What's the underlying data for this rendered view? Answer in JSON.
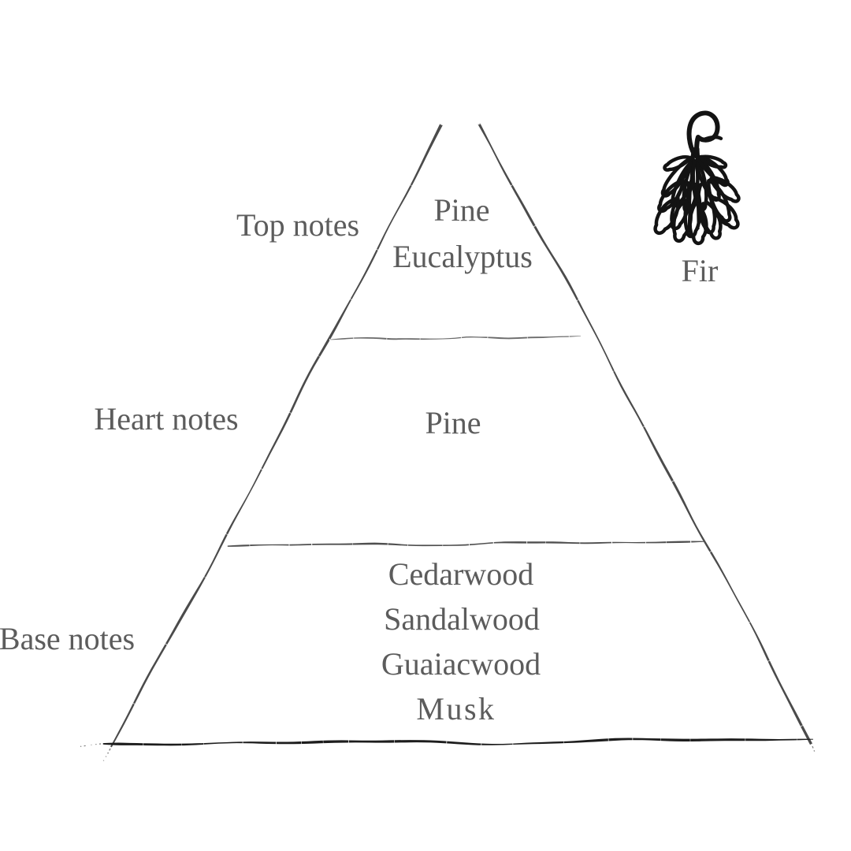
{
  "canvas": {
    "background": "#ffffff",
    "ink_black": "#141414",
    "line_gray": "#4a4a4a",
    "text_gray": "#5c5c5c"
  },
  "pyramid": {
    "levels": [
      {
        "label": "Top notes",
        "notes": [
          "Pine",
          "Eucalyptus"
        ]
      },
      {
        "label": "Heart notes",
        "notes": [
          "Pine"
        ]
      },
      {
        "label": "Base notes",
        "notes": [
          "Cedarwood",
          "Sandalwood",
          "Guaiacwood",
          "Musk"
        ]
      }
    ]
  },
  "illustration": {
    "caption": "Fir",
    "icon": "fir-sketch-icon"
  }
}
